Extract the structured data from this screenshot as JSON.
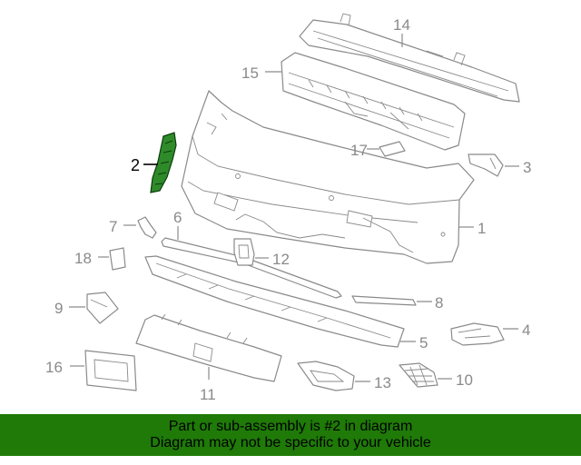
{
  "callouts": [
    "1",
    "2",
    "3",
    "4",
    "5",
    "6",
    "7",
    "8",
    "9",
    "10",
    "11",
    "12",
    "13",
    "14",
    "15",
    "16",
    "17",
    "18"
  ],
  "highlight_callout": "2",
  "banner": {
    "line1": "Part or sub-assembly is #2 in diagram",
    "line2": "Diagram may not be specific to your vehicle"
  },
  "colors": {
    "banner_bg": "#1f7a08",
    "highlight_part": "#2f8a2a",
    "line_art": "#8a8a8a"
  }
}
